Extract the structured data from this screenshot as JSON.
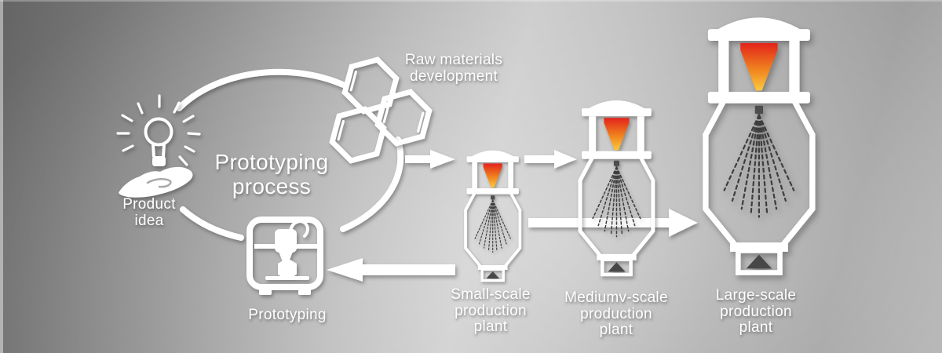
{
  "diagram_title": "Prototyping process",
  "colors": {
    "white": "#ffffff",
    "funnel_top": "#e3231b",
    "funnel_mid": "#f0821e",
    "funnel_tip": "#fbc93f",
    "spray": "#3e3e3e",
    "nozzle": "#4d4d4d",
    "powder": "#474747",
    "bg_dark": "#646464",
    "bg_light": "#c9c9c9"
  },
  "loop": {
    "title": "Prototyping\nprocess",
    "product_idea": {
      "label": "Product\nidea",
      "icon": "hand-holding-lightbulb"
    },
    "raw_materials": {
      "label": "Raw materials\ndevelopment",
      "icon": "hexagon-molecules"
    },
    "prototyping": {
      "label": "Prototyping",
      "icon": "3d-printer"
    }
  },
  "plants": {
    "small": {
      "label": "Small-scale\nproduction\nplant"
    },
    "medium": {
      "label": "Mediumv-scale\nproduction\nplant"
    },
    "large": {
      "label": "Large-scale\nproduction\nplant"
    }
  }
}
